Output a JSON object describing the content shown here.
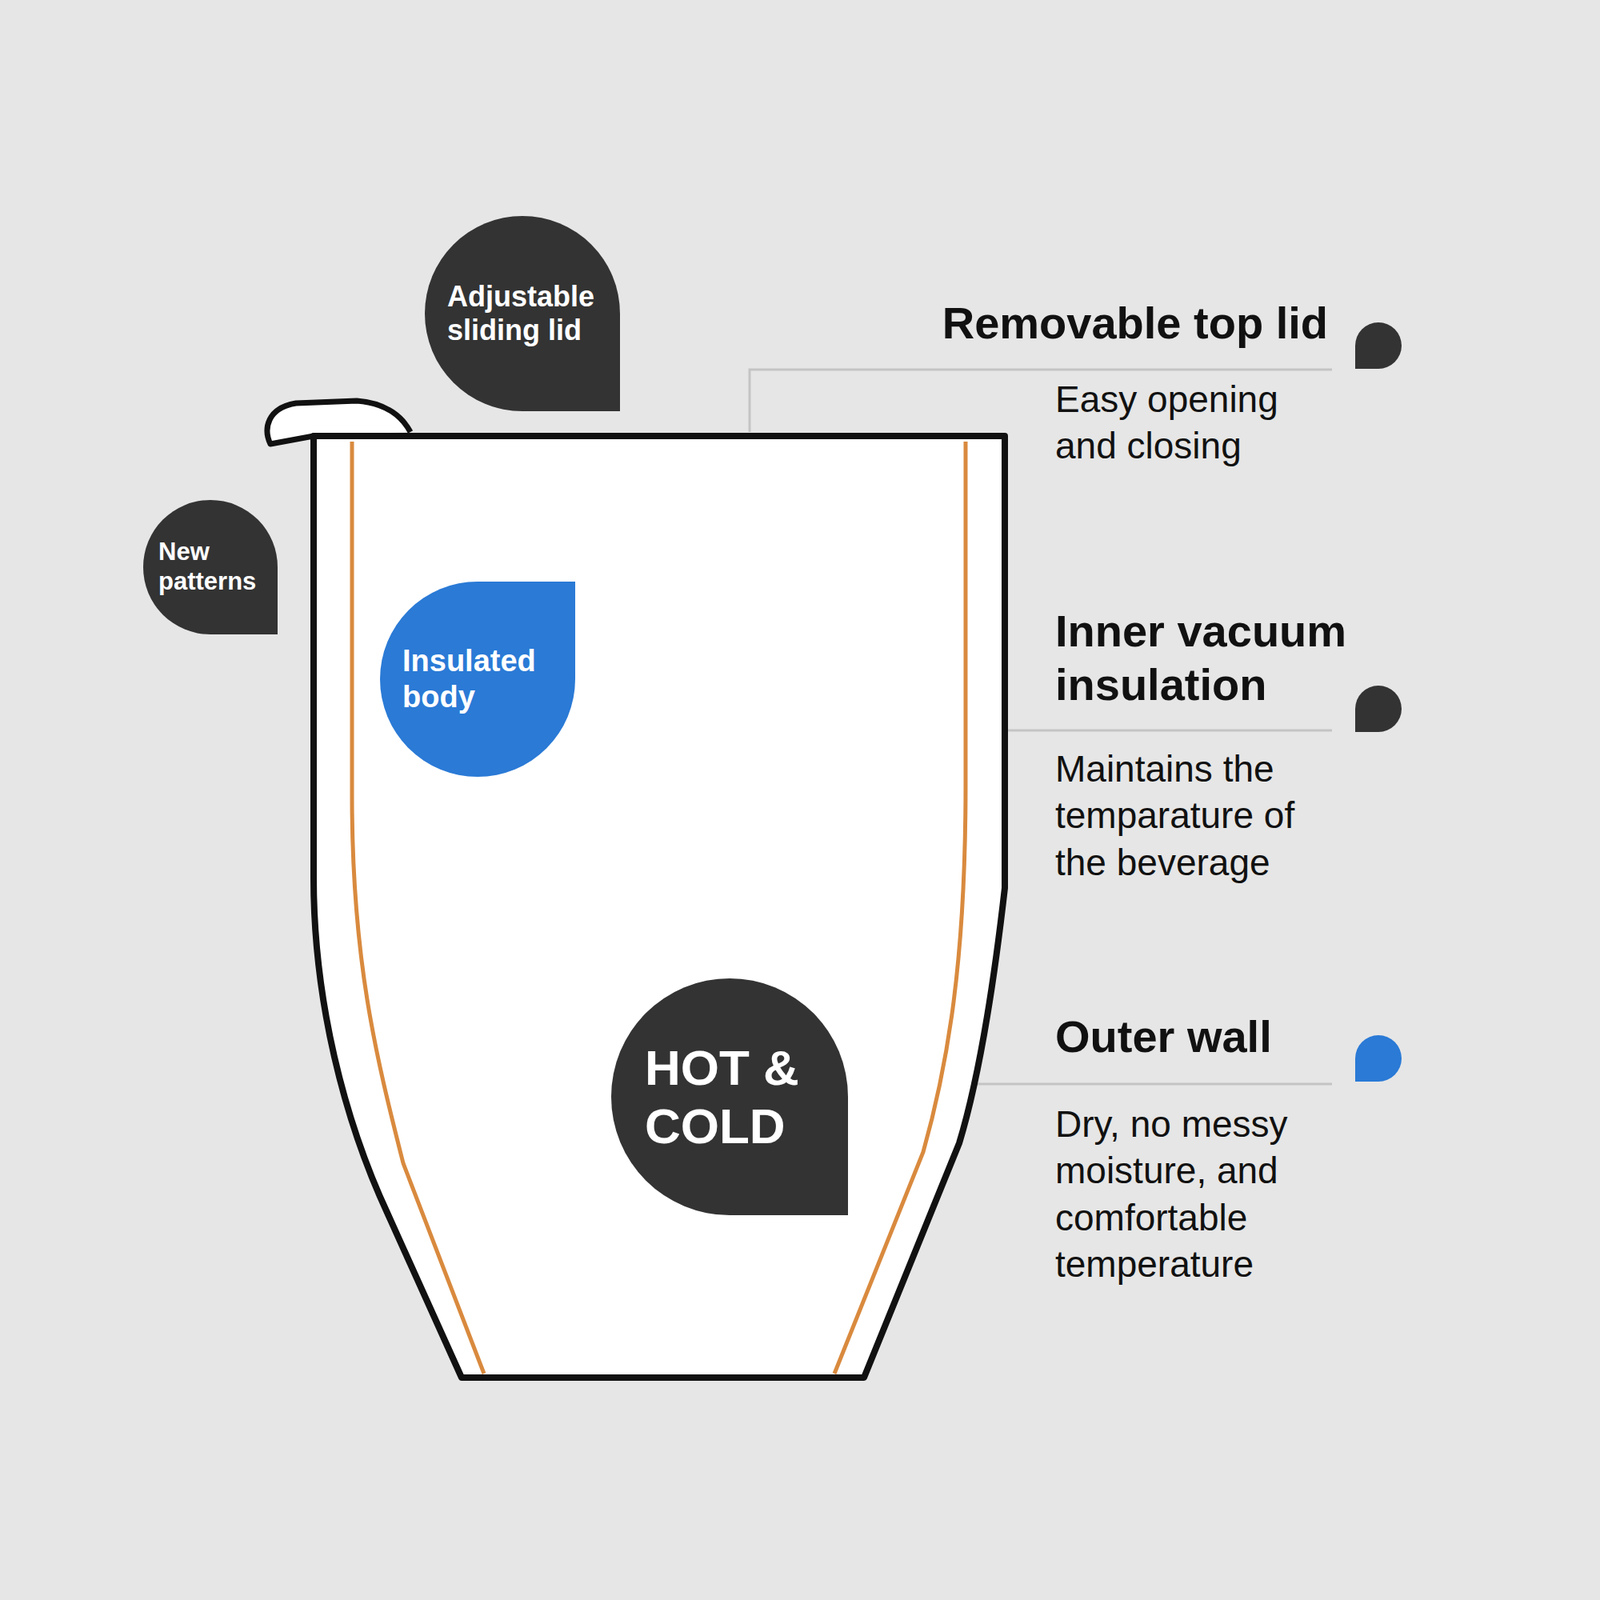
{
  "diagram": {
    "nodes": [
      {
        "text": [
          "Adjustable sliding lid"
        ]
      },
      {
        "text": [
          "New patterns"
        ]
      },
      {
        "text": [
          "Insulated body"
        ]
      },
      {
        "text": [
          "HOT & COLD"
        ]
      }
    ],
    "labels": [
      "Removable top lid",
      "Easy opening and closing",
      "Inner vacuum insulation",
      "Maintains the temparature of the beverage",
      "Outer wall",
      "Dry, no messy moisture, and comfortable temperature"
    ]
  }
}
